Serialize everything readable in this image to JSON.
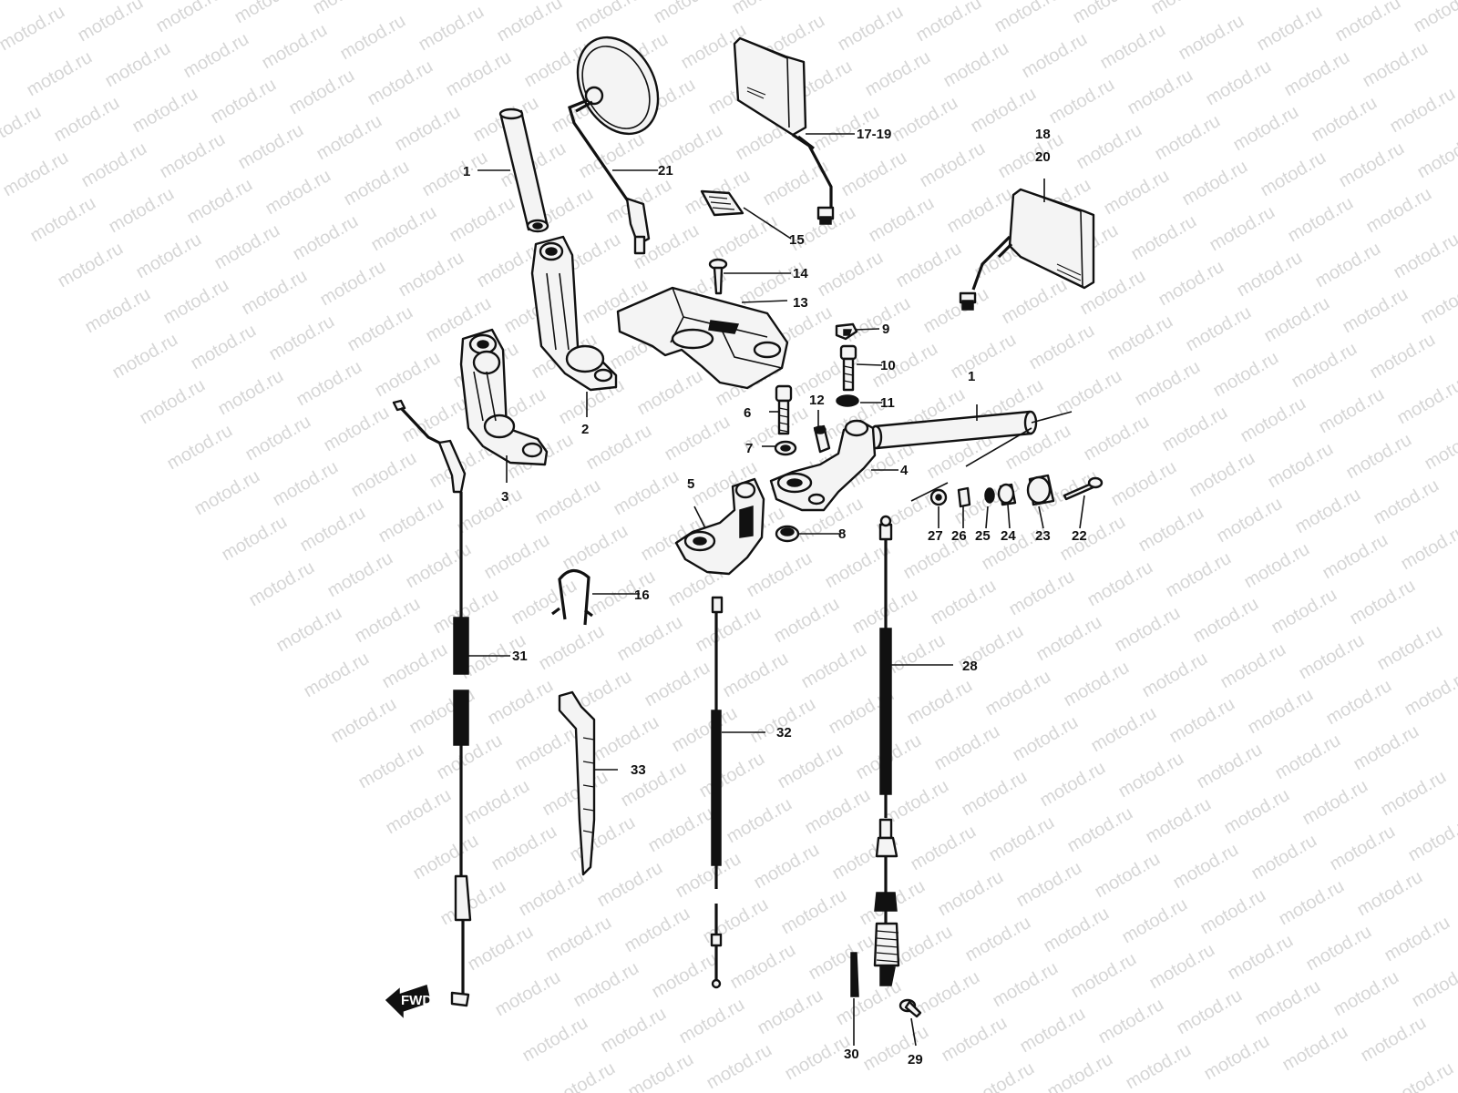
{
  "watermark": "motod.ru",
  "arrow_text": "FWD",
  "callouts": [
    {
      "id": "1",
      "label": "1"
    },
    {
      "id": "1b",
      "label": "1"
    },
    {
      "id": "2",
      "label": "2"
    },
    {
      "id": "3",
      "label": "3"
    },
    {
      "id": "4",
      "label": "4"
    },
    {
      "id": "5",
      "label": "5"
    },
    {
      "id": "6",
      "label": "6"
    },
    {
      "id": "7",
      "label": "7"
    },
    {
      "id": "8",
      "label": "8"
    },
    {
      "id": "9",
      "label": "9"
    },
    {
      "id": "10",
      "label": "10"
    },
    {
      "id": "11",
      "label": "11"
    },
    {
      "id": "12",
      "label": "12"
    },
    {
      "id": "13",
      "label": "13"
    },
    {
      "id": "14",
      "label": "14"
    },
    {
      "id": "15",
      "label": "15"
    },
    {
      "id": "16",
      "label": "16"
    },
    {
      "id": "17-19",
      "label": "17-19"
    },
    {
      "id": "18",
      "label": "18"
    },
    {
      "id": "20",
      "label": "20"
    },
    {
      "id": "21",
      "label": "21"
    },
    {
      "id": "22",
      "label": "22"
    },
    {
      "id": "23",
      "label": "23"
    },
    {
      "id": "24",
      "label": "24"
    },
    {
      "id": "25",
      "label": "25"
    },
    {
      "id": "26",
      "label": "26"
    },
    {
      "id": "27",
      "label": "27"
    },
    {
      "id": "28",
      "label": "28"
    },
    {
      "id": "29",
      "label": "29"
    },
    {
      "id": "30",
      "label": "30"
    },
    {
      "id": "31",
      "label": "31"
    },
    {
      "id": "32",
      "label": "32"
    },
    {
      "id": "33",
      "label": "33"
    }
  ]
}
